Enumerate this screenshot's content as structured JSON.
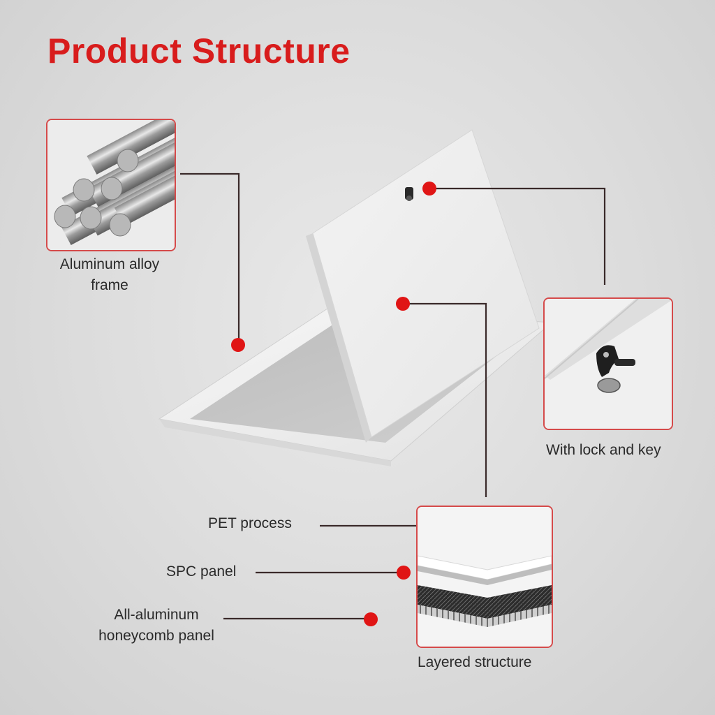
{
  "title": "Product Structure",
  "labels": {
    "frame_line1": "Aluminum alloy",
    "frame_line2": "frame",
    "lock": "With lock and key",
    "pet": "PET process",
    "spc": "SPC panel",
    "honeycomb_line1": "All-aluminum",
    "honeycomb_line2": "honeycomb panel",
    "layered": "Layered structure"
  },
  "colors": {
    "title": "#d81c1c",
    "dot": "#e01515",
    "leader": "#3a2a2a",
    "box_border": "#d54a4a"
  },
  "icons": {
    "rods": "aluminum-rods-icon",
    "lock": "lock-key-icon",
    "layers": "layered-panel-icon"
  }
}
